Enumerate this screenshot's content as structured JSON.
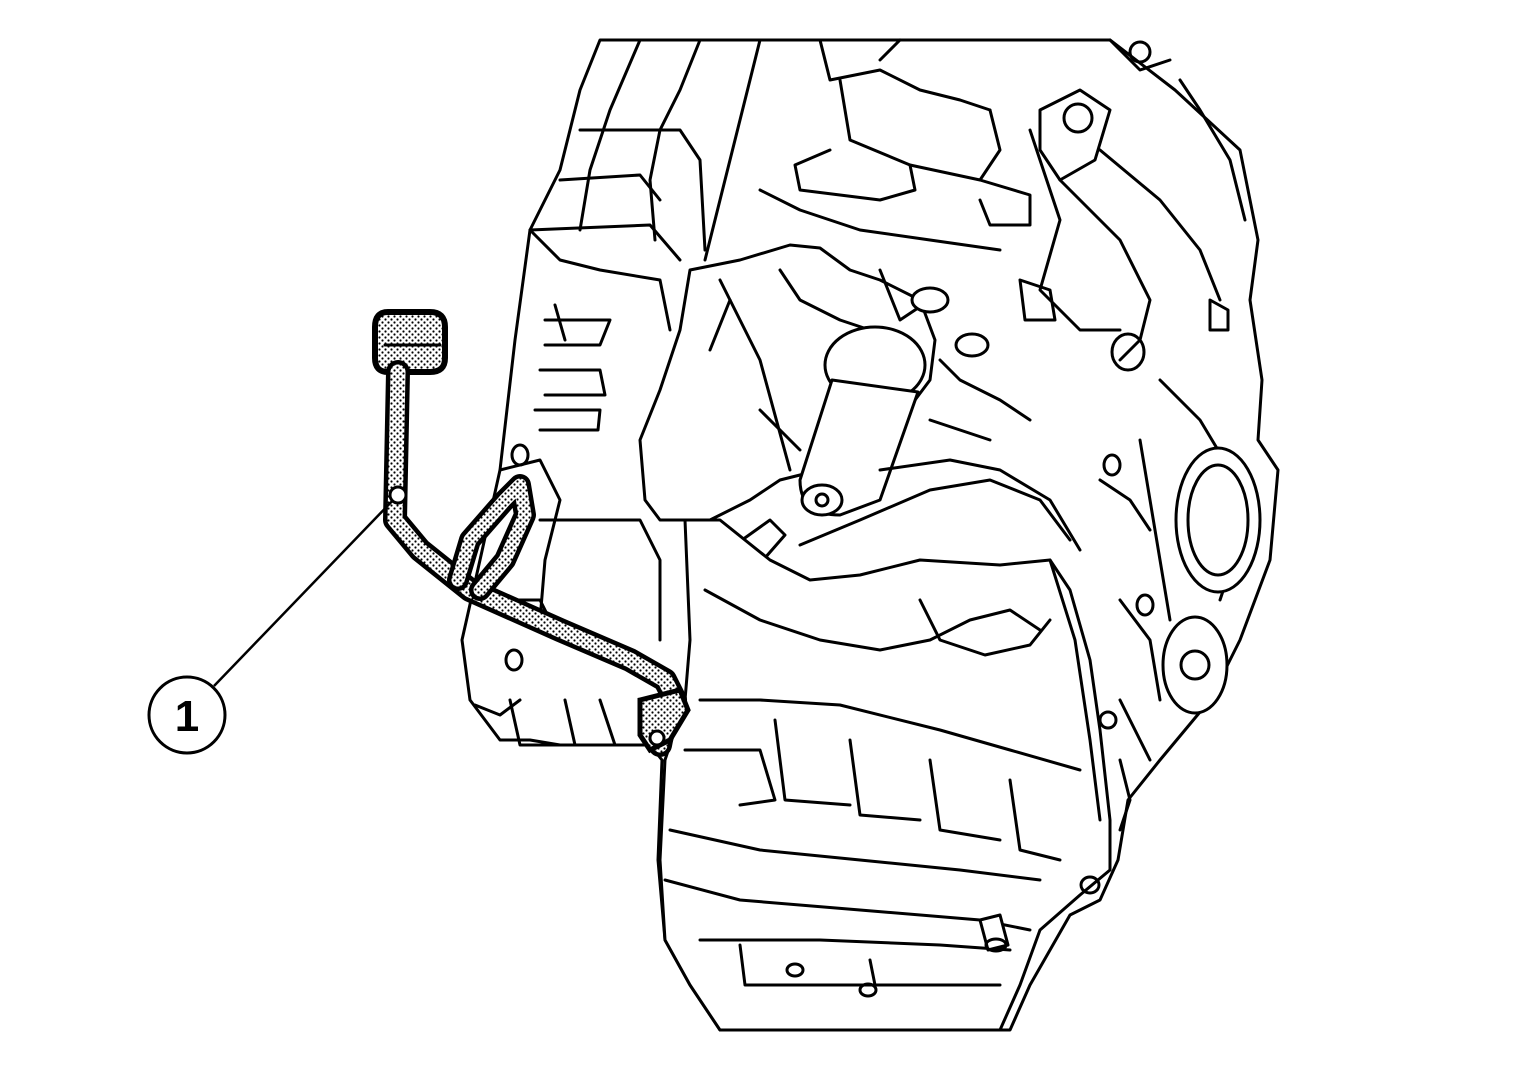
{
  "callouts": [
    {
      "id": "1",
      "label": "1"
    }
  ],
  "parts": {
    "highlighted_part": "callout-1-part",
    "highlight_pattern": "stipple"
  },
  "colors": {
    "line": "#000000",
    "background": "#ffffff"
  }
}
